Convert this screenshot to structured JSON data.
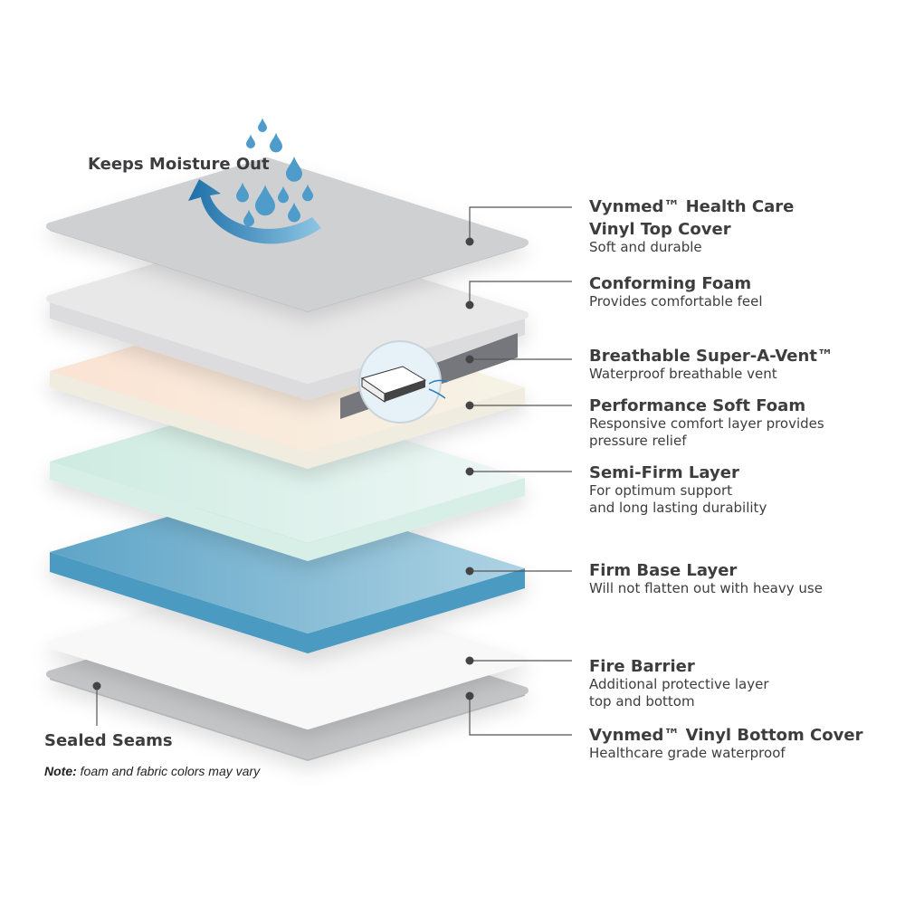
{
  "moisture_label": "Keeps Moisture Out",
  "layers": [
    {
      "title": "Vynmed™ Health Care",
      "title2": "Vinyl Top Cover",
      "desc": "Soft and durable",
      "color": "#cfd0d2"
    },
    {
      "title": "Conforming Foam",
      "desc": "Provides comfortable feel",
      "color": "#e8e8e9"
    },
    {
      "title": "Breathable Super-A-Vent™",
      "desc": "Waterproof breathable vent",
      "color": "#6e7075"
    },
    {
      "title": "Performance Soft Foam",
      "desc": "Responsive comfort layer provides",
      "desc2": "pressure relief",
      "color": "#f6f1e4"
    },
    {
      "title": "Semi-Firm Layer",
      "desc": "For optimum support",
      "desc2": "and long lasting durability",
      "color": "#e2f3ee"
    },
    {
      "title": "Firm Base Layer",
      "desc": "Will not flatten out with heavy use",
      "color": "#6aaed0"
    },
    {
      "title": "Fire Barrier",
      "desc": "Additional protective layer",
      "desc2": "top and bottom",
      "color": "#f8f8f8"
    },
    {
      "title": "Vynmed™ Vinyl Bottom Cover",
      "desc": "Healthcare grade waterproof",
      "color": "#c4c5c7"
    }
  ],
  "sealed_seams": "Sealed Seams",
  "note_label": "Note:",
  "note_text": " foam and fabric colors may vary",
  "accent": "#2f7fb3"
}
